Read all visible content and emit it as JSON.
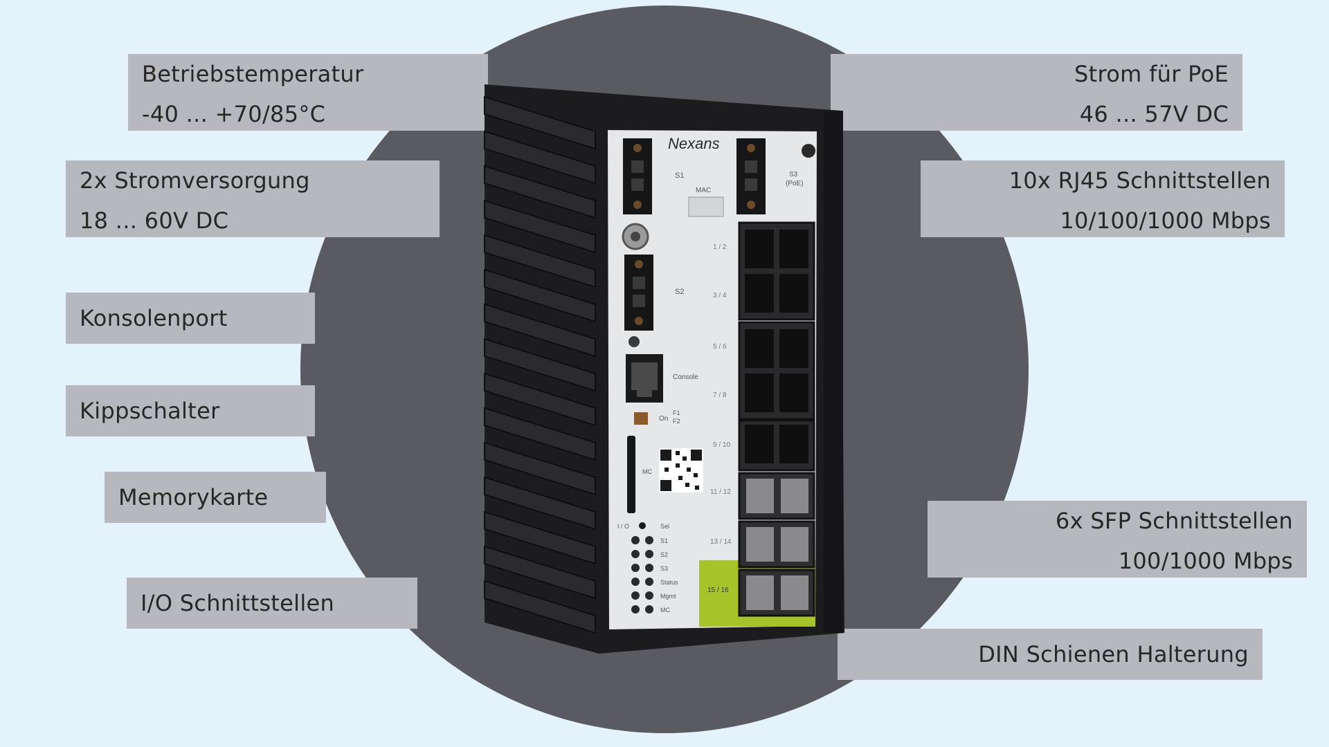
{
  "brand": "Nexans",
  "labels": {
    "operating_temp": {
      "title": "Betriebstemperatur",
      "value": "-40 ... +70/85°C"
    },
    "power_supply": {
      "title": "2x Stromversorgung",
      "value": "18 ... 60V DC"
    },
    "console_port": {
      "title": "Konsolenport"
    },
    "toggle_switch": {
      "title": "Kippschalter"
    },
    "memory_card": {
      "title": "Memorykarte"
    },
    "io_interfaces": {
      "title": "I/O Schnittstellen"
    },
    "poe_power": {
      "title": "Strom für PoE",
      "value": "46 ... 57V DC"
    },
    "rj45": {
      "title": "10x RJ45 Schnittstellen",
      "value": "10/100/1000 Mbps"
    },
    "sfp": {
      "title": "6x SFP Schnittstellen",
      "value": "100/1000 Mbps"
    },
    "din_rail": {
      "title": "DIN Schienen Halterung"
    }
  },
  "panel": {
    "s1": "S1",
    "s2": "S2",
    "s3": "S3",
    "poe": "(PoE)",
    "mac": "MAC",
    "console": "Console",
    "mc": "MC",
    "on": "On",
    "f1": "F1",
    "f2": "F2",
    "port_labels": [
      "1 / 2",
      "3 / 4",
      "5 / 6",
      "7 / 8",
      "9 / 10",
      "11 / 12",
      "13 / 14",
      "15 / 16"
    ],
    "led_labels": [
      "Sel",
      "S1",
      "S2",
      "S3",
      "Status",
      "Mgmt",
      "MC"
    ],
    "io_label": "I / O"
  },
  "colors": {
    "background": "#e4f3fb",
    "circle": "#5a5b60",
    "label_box": "#b6b8bd",
    "device_body": "#1c1c1e",
    "front_panel": "#e6e7e9",
    "accent_green": "#a6c32a"
  }
}
